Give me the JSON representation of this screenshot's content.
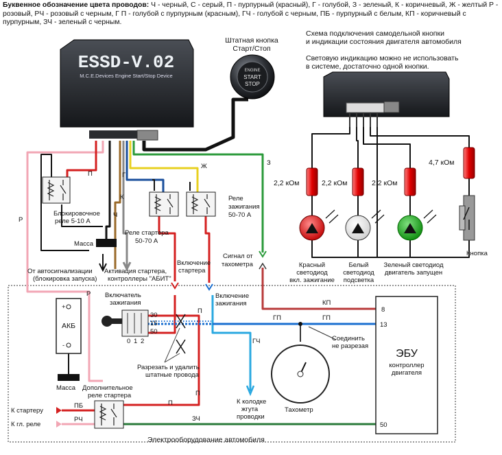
{
  "legend": {
    "title": "Буквенное обозначение цвета проводов:",
    "text": "Ч - черный, С - серый, П - пурпурный (красный), Г - голубой, З - зеленый, К - коричневый, Ж - желтый Р - розовый, РЧ - розовый с черным, Г П - голубой с пурпурным (красным), ГЧ - голубой с черным, ПБ - пурпурный с белым, КП - коричневый с пурпурным, ЗЧ - зеленый с черным."
  },
  "module": {
    "name": "ESSD-V.02",
    "subtitle": "M.C.E.Devices Engine Start/Stop Device"
  },
  "start_button": {
    "caption_1": "Штатная кнопка",
    "caption_2": "Старт/Стоп",
    "face_1": "ENGINE",
    "face_2": "START",
    "face_3": "STOP"
  },
  "scheme": {
    "line_1": "Схема подключения самодельной кнопки",
    "line_2": "и индикации состояния двигателя автомобиля",
    "line_3": "Световую индикацию можно не использовать",
    "line_4": "в системе, достаточно одной кнопки."
  },
  "resistors": {
    "r1": "2,2 кОм",
    "r2": "2,2 кОм",
    "r3": "2,2 кОм",
    "r4": "4,7 кОм"
  },
  "leds": {
    "red_1": "Красный",
    "red_2": "светодиод",
    "red_3": "вкл. зажигание",
    "white_1": "Белый",
    "white_2": "светодиод",
    "white_3": "подсветка",
    "green_1": "Зеленый светодиод",
    "green_2": "двигатель запущен",
    "button": "Кнопка"
  },
  "wires": {
    "P": "П",
    "K": "К",
    "Ch": "Ч",
    "G": "Г",
    "Zh": "Ж",
    "Z": "З",
    "R": "Р",
    "KP": "КП",
    "GP_1": "ГП",
    "GP_2": "ГП",
    "GCh": "ГЧ",
    "PB": "ПБ",
    "RCh": "РЧ",
    "ZCh": "ЗЧ",
    "P_2": "П",
    "P_3": "П",
    "P_4": "П",
    "R_2": "Р"
  },
  "relays": {
    "block_1": "Блокировочное",
    "block_2": "реле 5-10 А",
    "starter_1": "Реле стартера",
    "starter_2": "50-70 А",
    "ign_1": "Реле",
    "ign_2": "зажигания",
    "ign_3": "50-70 А",
    "extra_1": "Дополнительное",
    "extra_2": "реле стартера"
  },
  "labels": {
    "mass_1": "Масса",
    "mass_2": "Масса",
    "alarm_1": "От автосигнализации",
    "alarm_2": "(блокировка запуска)",
    "activation_1": "Активация стартера,",
    "activation_2": "контроллеры \"АБИТ\"",
    "starter_on_1": "Включение",
    "starter_on_2": "стартера",
    "ign_on_1": "Включение",
    "ign_on_2": "зажигания",
    "tacho_sig_1": "Сигнал от",
    "tacho_sig_2": "тахометра",
    "switch_1": "Включатель",
    "switch_2": "зажигания",
    "pos_30": "30",
    "pos_15": "15",
    "pos_50": "50",
    "pos_0": "0",
    "pos_1": "1",
    "pos_2": "2",
    "battery": "АКБ",
    "plus": "+",
    "minus": "-",
    "cut_1": "Разрезать и удалить",
    "cut_2": "штатные провода",
    "connect_1": "Соединить",
    "connect_2": "не разрезая",
    "tacho": "Тахометр",
    "ecu": "ЭБУ",
    "ecu_sub_1": "контроллер",
    "ecu_sub_2": "двигателя",
    "pin_8": "8",
    "pin_13": "13",
    "pin_50": "50",
    "harness_1": "К колодке",
    "harness_2": "жгута",
    "harness_3": "проводки",
    "to_starter": "К стартеру",
    "to_relay": "К гл. реле",
    "footer": "Электрооборудование автомобиля"
  }
}
